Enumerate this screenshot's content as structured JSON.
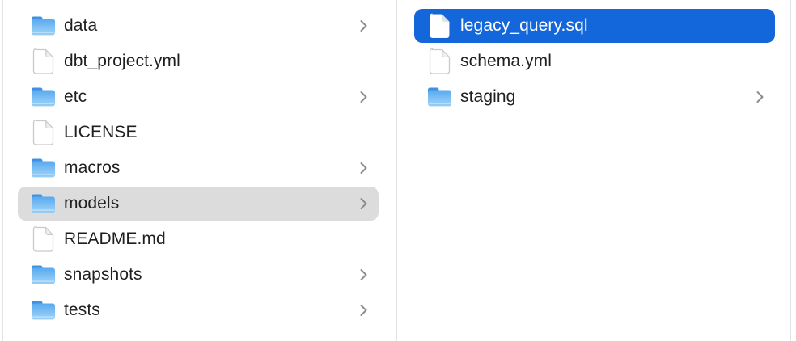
{
  "app": "finder-column-view",
  "colors": {
    "background": "#ffffff",
    "text": "#1f1f21",
    "selection_accent": "#1467da",
    "selection_accent_text": "#ffffff",
    "selection_gray": "#dcdcdc",
    "chevron": "#8d8d8d",
    "divider": "#e3e3e3",
    "folder_blue_top": "#58a9ef",
    "folder_blue_bottom": "#a3d6f9",
    "folder_tab": "#3e92e2"
  },
  "columns": [
    {
      "name": "left",
      "items": [
        {
          "label": "data",
          "icon": "folder-icon",
          "chevron": true,
          "selected": "none"
        },
        {
          "label": "dbt_project.yml",
          "icon": "file-icon",
          "chevron": false,
          "selected": "none"
        },
        {
          "label": "etc",
          "icon": "folder-icon",
          "chevron": true,
          "selected": "none"
        },
        {
          "label": "LICENSE",
          "icon": "file-icon",
          "chevron": false,
          "selected": "none"
        },
        {
          "label": "macros",
          "icon": "folder-icon",
          "chevron": true,
          "selected": "none"
        },
        {
          "label": "models",
          "icon": "folder-icon",
          "chevron": true,
          "selected": "gray"
        },
        {
          "label": "README.md",
          "icon": "file-icon",
          "chevron": false,
          "selected": "none"
        },
        {
          "label": "snapshots",
          "icon": "folder-icon",
          "chevron": true,
          "selected": "none"
        },
        {
          "label": "tests",
          "icon": "folder-icon",
          "chevron": true,
          "selected": "none"
        }
      ]
    },
    {
      "name": "right",
      "items": [
        {
          "label": "legacy_query.sql",
          "icon": "file-icon",
          "chevron": false,
          "selected": "accent"
        },
        {
          "label": "schema.yml",
          "icon": "file-icon",
          "chevron": false,
          "selected": "none"
        },
        {
          "label": "staging",
          "icon": "folder-icon",
          "chevron": true,
          "selected": "none"
        }
      ]
    }
  ]
}
